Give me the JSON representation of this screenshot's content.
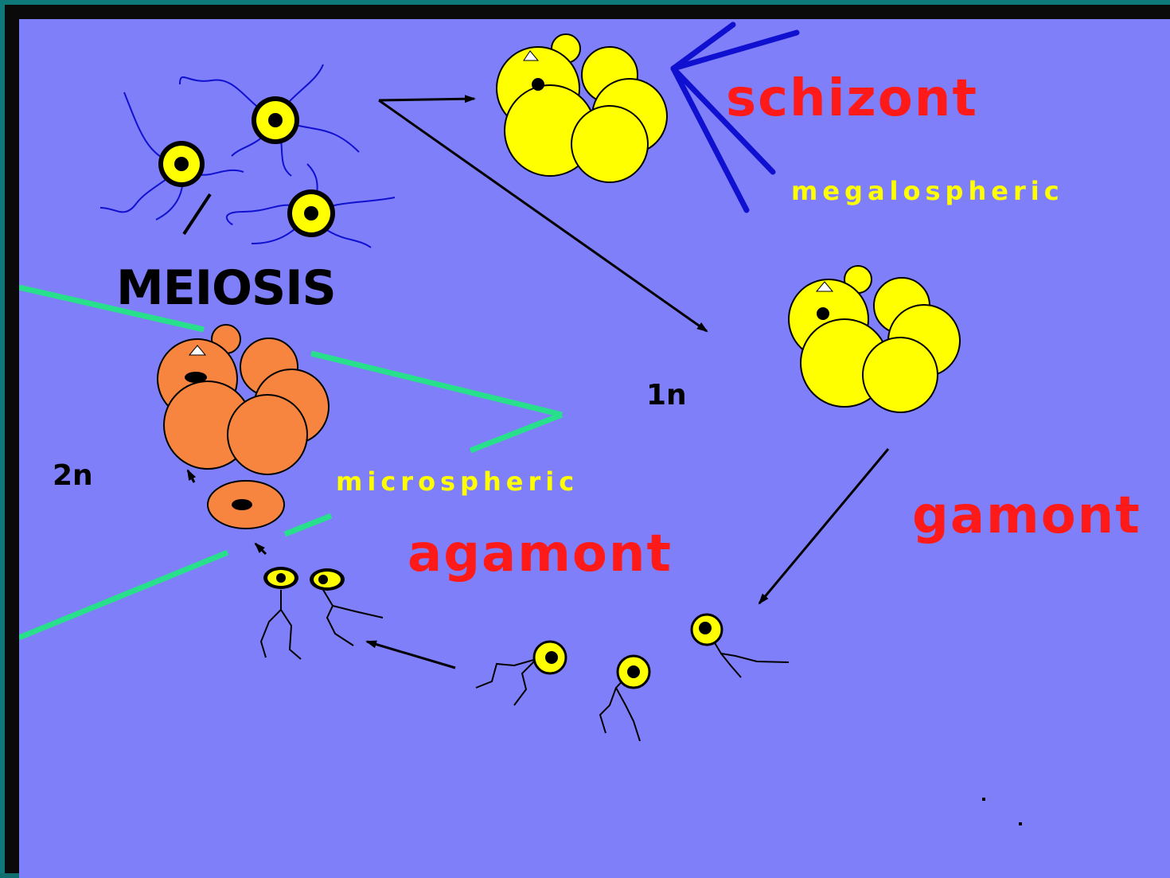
{
  "labels": {
    "schizont": "schizont",
    "megalospheric": "megalospheric",
    "meiosis": "MEIOSIS",
    "haploid": "1n",
    "diploid": "2n",
    "microspheric": "microspheric",
    "agamont": "agamont",
    "gamont": "gamont"
  },
  "colors": {
    "background": "#7f7ff9",
    "frame": "#0a0a0a",
    "border": "#0f7878",
    "cell_yellow": "#ffff00",
    "cell_orange": "#f7843f",
    "label_red": "#ff1a1a",
    "label_yellow": "#ffff00",
    "meiosis_line": "#28e08c",
    "pseudopod_blue": "#1010d0"
  }
}
